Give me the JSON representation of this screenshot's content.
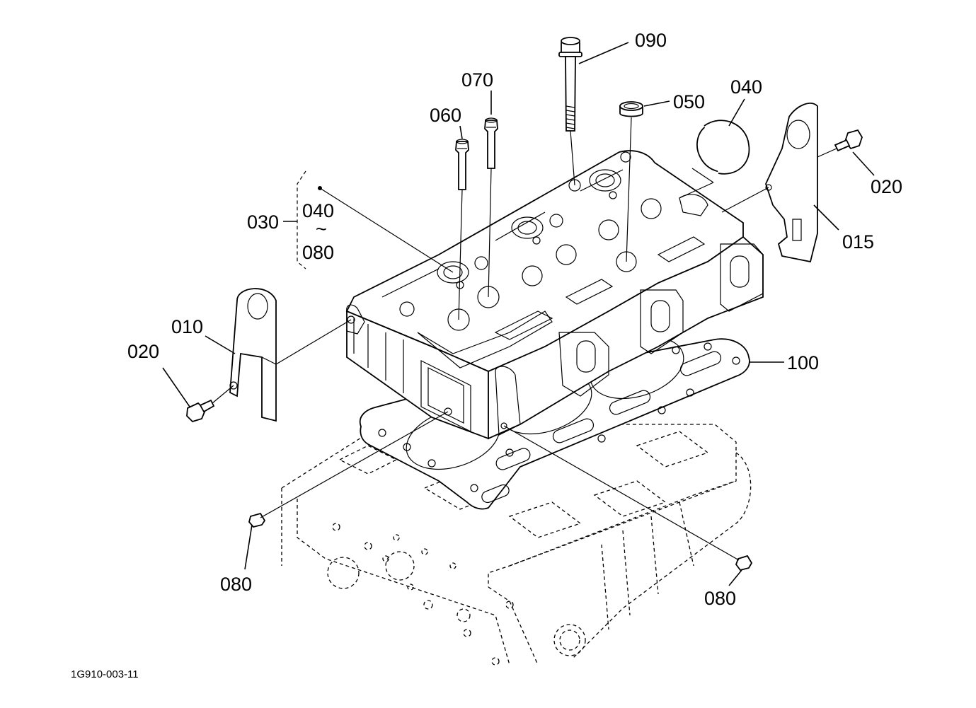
{
  "diagram": {
    "callouts": {
      "c090": "090",
      "c070": "070",
      "c060": "060",
      "c050": "050",
      "c040_top": "040",
      "c020_right": "020",
      "c015": "015",
      "c030": "030",
      "c030_range_start": "040",
      "c030_range_sep": "~",
      "c030_range_end": "080",
      "c010": "010",
      "c020_left": "020",
      "c100": "100",
      "c080_left": "080",
      "c080_right": "080"
    },
    "drawing_code": "1G910-003-11"
  }
}
